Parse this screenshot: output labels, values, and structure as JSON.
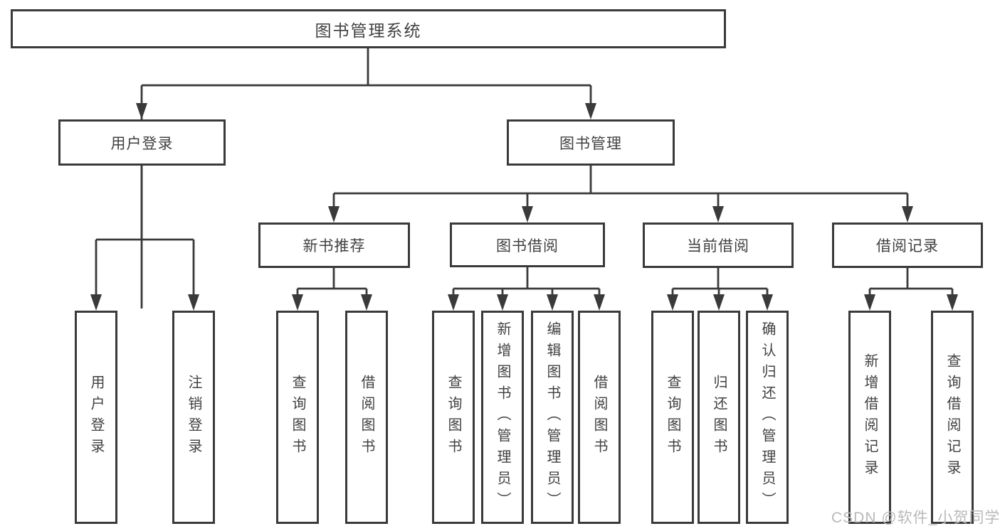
{
  "tree": {
    "label": "图书管理系统",
    "children": [
      {
        "label": "用户登录",
        "children": [
          {
            "label": "用户登录"
          },
          {
            "label": "注销登录"
          }
        ]
      },
      {
        "label": "图书管理",
        "children": [
          {
            "label": "新书推荐",
            "children": [
              {
                "label": "查询图书"
              },
              {
                "label": "借阅图书"
              }
            ]
          },
          {
            "label": "图书借阅",
            "children": [
              {
                "label": "查询图书"
              },
              {
                "label": "新增图书（管理员）"
              },
              {
                "label": "编辑图书（管理员）"
              },
              {
                "label": "借阅图书"
              }
            ]
          },
          {
            "label": "当前借阅",
            "children": [
              {
                "label": "查询图书"
              },
              {
                "label": "归还图书"
              },
              {
                "label": "确认归还（管理员）"
              }
            ]
          },
          {
            "label": "借阅记录",
            "children": [
              {
                "label": "新增借阅记录"
              },
              {
                "label": "查询借阅记录"
              }
            ]
          }
        ]
      }
    ]
  },
  "watermark": "CSDN @软件_小贺同学",
  "colors": {
    "line": "#3a3a3a",
    "text": "#414141",
    "watermark": "#b9b9b9",
    "background": "#ffffff"
  }
}
